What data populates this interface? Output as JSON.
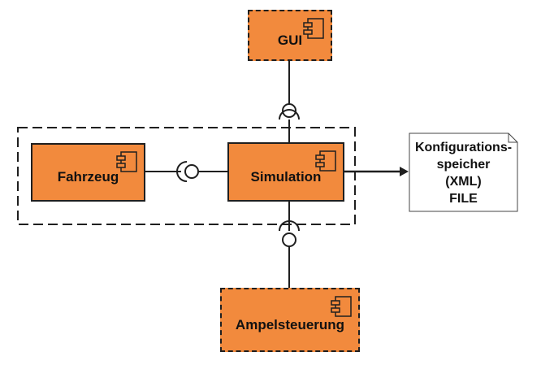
{
  "diagram": {
    "components": {
      "gui": {
        "label": "GUI"
      },
      "fahrzeug": {
        "label": "Fahrzeug"
      },
      "simulation": {
        "label": "Simulation"
      },
      "ampelsteuerung": {
        "label": "Ampelsteuerung"
      }
    },
    "note": {
      "lines": [
        "Konfigurations-",
        "speicher",
        "(XML)",
        "FILE"
      ]
    },
    "colors": {
      "component_fill": "#f28a3d",
      "stroke": "#1f1f1f",
      "note_fill": "#ffffff"
    },
    "icons": {
      "component": "uml-component-icon",
      "interface": "ball-and-socket-interface",
      "note": "document-folded-corner-icon"
    }
  }
}
